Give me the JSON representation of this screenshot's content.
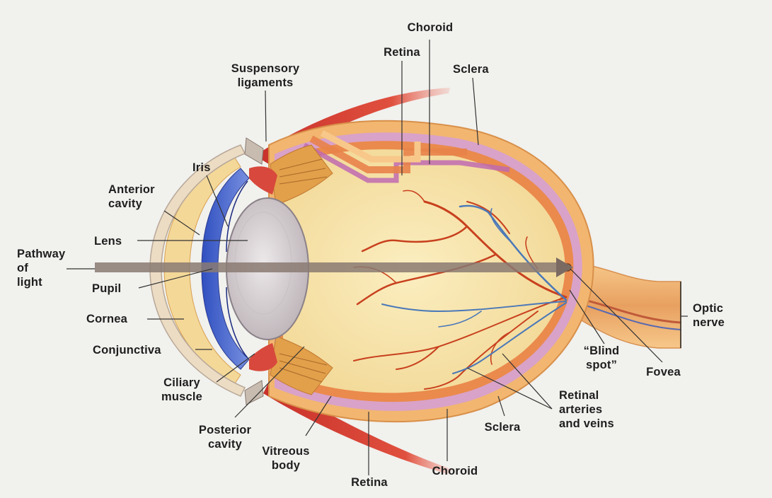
{
  "labels": {
    "choroid_top": "Choroid",
    "retina_top": "Retina",
    "sclera_top": "Sclera",
    "suspensory_ligaments": "Suspensory\nligaments",
    "iris": "Iris",
    "anterior_cavity": "Anterior\ncavity",
    "lens": "Lens",
    "pathway_of_light": "Pathway\nof\nlight",
    "pupil": "Pupil",
    "cornea": "Cornea",
    "conjunctiva": "Conjunctiva",
    "ciliary_muscle": "Ciliary\nmuscle",
    "posterior_cavity": "Posterior\ncavity",
    "vitreous_body": "Vitreous\nbody",
    "retina_bottom": "Retina",
    "choroid_bottom": "Choroid",
    "sclera_bottom": "Sclera",
    "retinal_arteries_veins": "Retinal\narteries\nand veins",
    "blind_spot": "“Blind\nspot”",
    "fovea": "Fovea",
    "optic_nerve": "Optic\nnerve"
  },
  "colors": {
    "background": "#f1f1ee",
    "sclera": "#f0b470",
    "choroid": "#d8a0c8",
    "retina": "#e8884a",
    "vitreous": "#f6e4a8",
    "iris": "#4a6ad0",
    "lens": "#d8d2d6",
    "muscle": "#d84a3e",
    "artery": "#c8401e",
    "vein": "#4a78b8",
    "light_path": "#8a7a72"
  }
}
